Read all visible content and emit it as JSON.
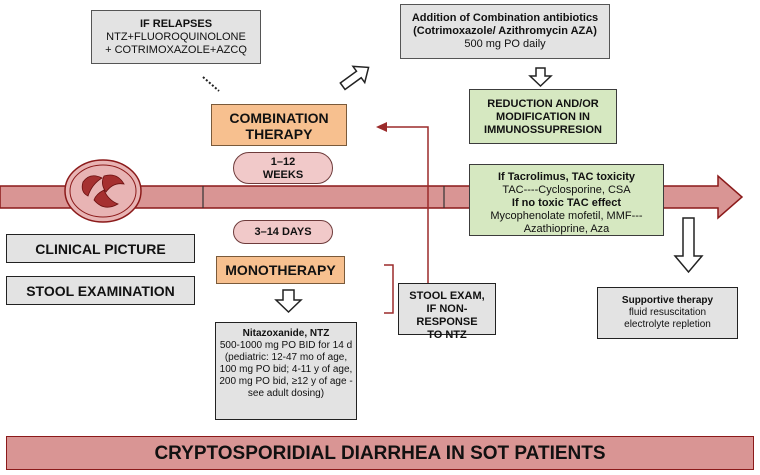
{
  "relapses": {
    "title": "IF RELAPSES",
    "lines": [
      "NTZ+FLUOROQUINOLONE",
      "+ COTRIMOXAZOLE+AZCQ"
    ]
  },
  "combination_antibiotics": {
    "title_lines": [
      "Addition of Combination antibiotics",
      "(Cotrimoxazole/ Azithromycin AZA)"
    ],
    "dose": "500 mg PO daily"
  },
  "combination_therapy": {
    "lines": [
      "COMBINATION",
      "THERAPY"
    ]
  },
  "weeks_pill": {
    "lines": [
      "1–12",
      "WEEKS"
    ]
  },
  "days_pill": {
    "label": "3–14 DAYS"
  },
  "reduction": {
    "lines": [
      "REDUCTION AND/OR",
      "MODIFICATION IN",
      "IMMUNOSSUPRESION"
    ]
  },
  "tacrolimus": {
    "title": "If Tacrolimus, TAC toxicity",
    "line1": "TAC----Cyclosporine, CSA",
    "title2": "If no toxic TAC effect",
    "line2": "Mycophenolate mofetil, MMF---",
    "line3": "Azathioprine, Aza"
  },
  "clinical_picture": {
    "label": "CLINICAL PICTURE"
  },
  "stool_examination": {
    "label": "STOOL EXAMINATION"
  },
  "monotherapy": {
    "label": "MONOTHERAPY"
  },
  "stool_exam_box": {
    "lines": [
      "STOOL EXAM,",
      "IF NON-RESPONSE",
      "TO NTZ"
    ]
  },
  "supportive": {
    "title": "Supportive therapy",
    "lines": [
      "fluid resuscitation",
      "electrolyte repletion"
    ]
  },
  "nitazoxanide": {
    "title": "Nitazoxanide, NTZ",
    "lines": [
      "500-1000 mg PO BID for 14 d",
      "(pediatric: 12-47 mo of age,",
      "100 mg PO bid; 4-11 y of age,",
      "200 mg PO bid, ≥12 y of age -",
      "see adult dosing)"
    ]
  },
  "footer": {
    "title": "CRYPTOSPORIDIAL DIARRHEA IN SOT PATIENTS"
  },
  "colors": {
    "timeline_fill": "#d99594",
    "timeline_border": "#8b1a1a",
    "connector": "#9b2a2a",
    "orange": "#f7c08f",
    "green": "#d6e8c1",
    "gray": "#e3e3e3"
  }
}
